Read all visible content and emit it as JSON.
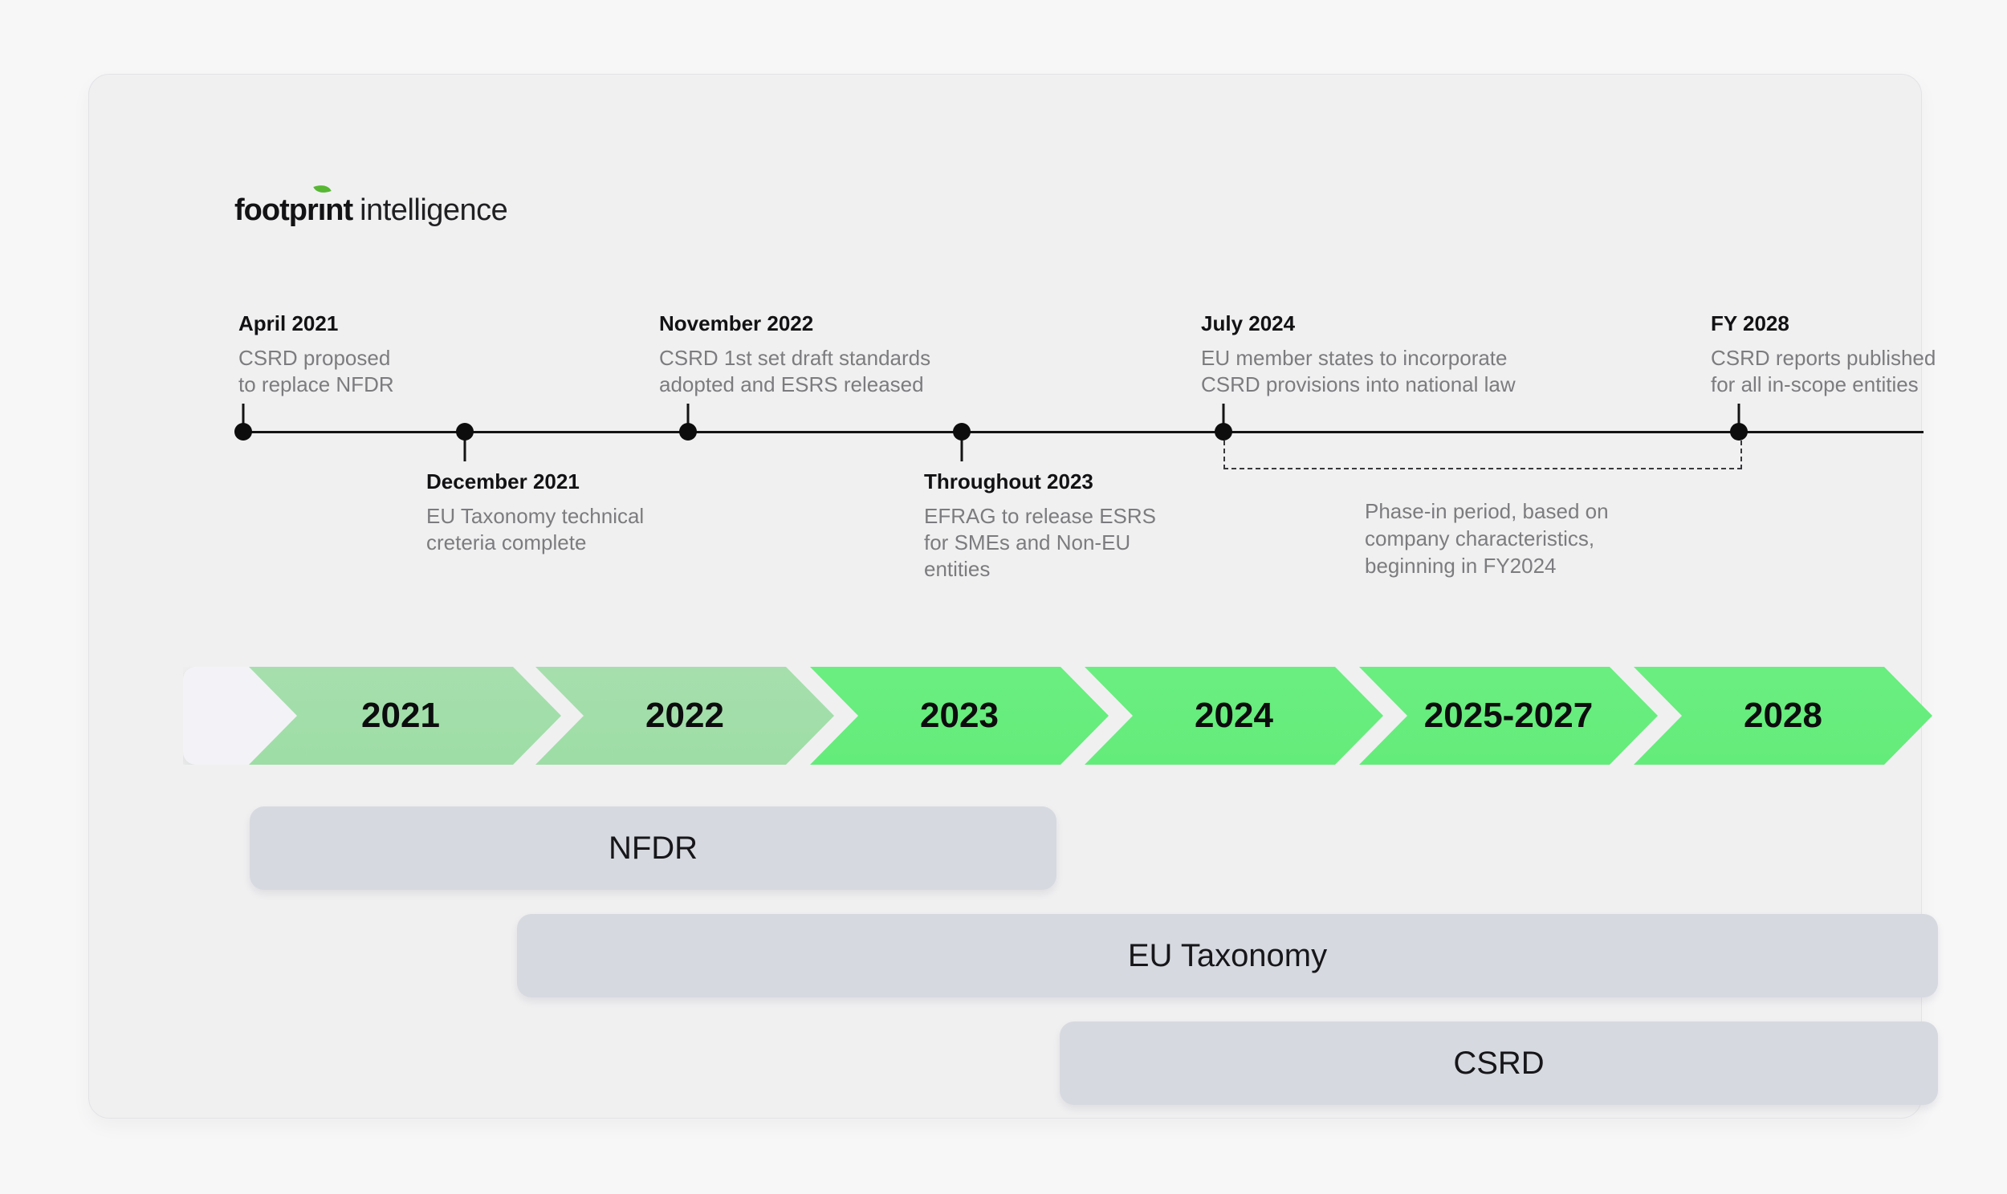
{
  "brand": {
    "word_bold": "footprint",
    "word_light": "intelligence"
  },
  "timeline": {
    "events": [
      {
        "title": "April 2021",
        "position": "above",
        "lines": [
          "CSRD proposed",
          "to replace NFDR"
        ]
      },
      {
        "title": "December 2021",
        "position": "below",
        "lines": [
          "EU Taxonomy technical",
          "creteria complete"
        ]
      },
      {
        "title": "November 2022",
        "position": "above",
        "lines": [
          "CSRD 1st set draft standards",
          "adopted and ESRS released"
        ]
      },
      {
        "title": "Throughout 2023",
        "position": "below",
        "lines": [
          "EFRAG to release ESRS",
          "for SMEs and Non-EU",
          "entities"
        ]
      },
      {
        "title": "July 2024",
        "position": "above",
        "lines": [
          "EU member states to incorporate",
          "CSRD provisions into national law"
        ]
      },
      {
        "title": "FY 2028",
        "position": "above",
        "lines": [
          "CSRD reports published",
          "for all in-scope entities"
        ]
      }
    ],
    "phase_note_lines": [
      "Phase-in period, based on",
      "company characteristics,",
      "beginning in FY2024"
    ]
  },
  "chevrons": [
    {
      "label": "2021",
      "tone": "light"
    },
    {
      "label": "2022",
      "tone": "light"
    },
    {
      "label": "2023",
      "tone": "bright"
    },
    {
      "label": "2024",
      "tone": "bright"
    },
    {
      "label": "2025-2027",
      "tone": "bright"
    },
    {
      "label": "2028",
      "tone": "bright"
    }
  ],
  "bars": [
    {
      "label": "NFDR"
    },
    {
      "label": "EU Taxonomy"
    },
    {
      "label": "CSRD"
    }
  ],
  "colors": {
    "bright_green": "#6aee80",
    "light_green": "#a6dfad",
    "bar_gray": "#d6d9e0",
    "leaf_green": "#57b733"
  }
}
